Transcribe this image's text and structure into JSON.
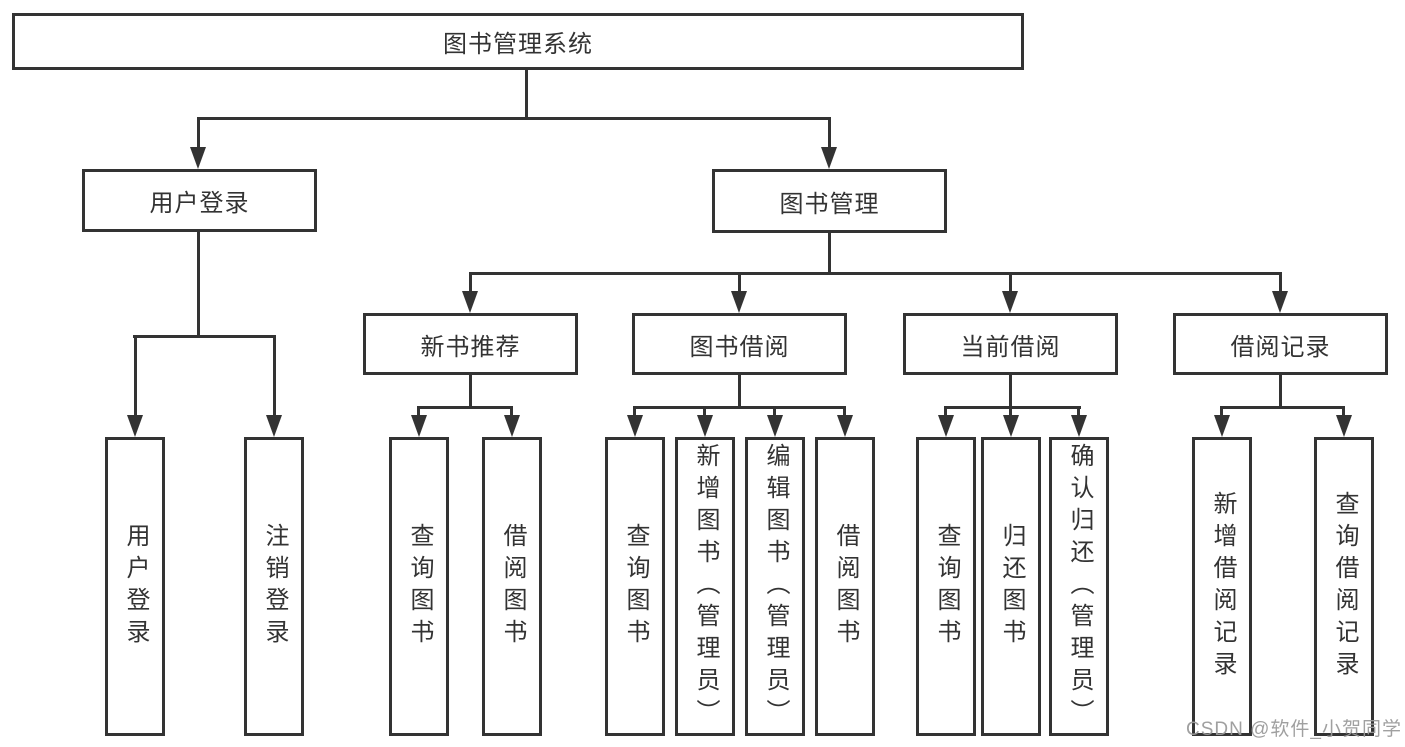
{
  "tree": {
    "root": {
      "label": "图书管理系统"
    },
    "branches": [
      {
        "label": "用户登录",
        "leaves": [
          {
            "label": "用户登录"
          },
          {
            "label": "注销登录"
          }
        ]
      },
      {
        "label": "图书管理",
        "groups": [
          {
            "label": "新书推荐",
            "leaves": [
              {
                "label": "查询图书"
              },
              {
                "label": "借阅图书"
              }
            ]
          },
          {
            "label": "图书借阅",
            "leaves": [
              {
                "label": "查询图书"
              },
              {
                "label": "新增图书（管理员）"
              },
              {
                "label": "编辑图书（管理员）"
              },
              {
                "label": "借阅图书"
              }
            ]
          },
          {
            "label": "当前借阅",
            "leaves": [
              {
                "label": "查询图书"
              },
              {
                "label": "归还图书"
              },
              {
                "label": "确认归还（管理员）"
              }
            ]
          },
          {
            "label": "借阅记录",
            "leaves": [
              {
                "label": "新增借阅记录"
              },
              {
                "label": "查询借阅记录"
              }
            ]
          }
        ]
      }
    ]
  },
  "watermark": {
    "text": "CSDN @软件_小贺同学"
  },
  "colors": {
    "line": "#333333",
    "text": "#333333",
    "box_background": "#ffffff",
    "page_background": "#ffffff",
    "watermark": "#9b9b9b"
  }
}
